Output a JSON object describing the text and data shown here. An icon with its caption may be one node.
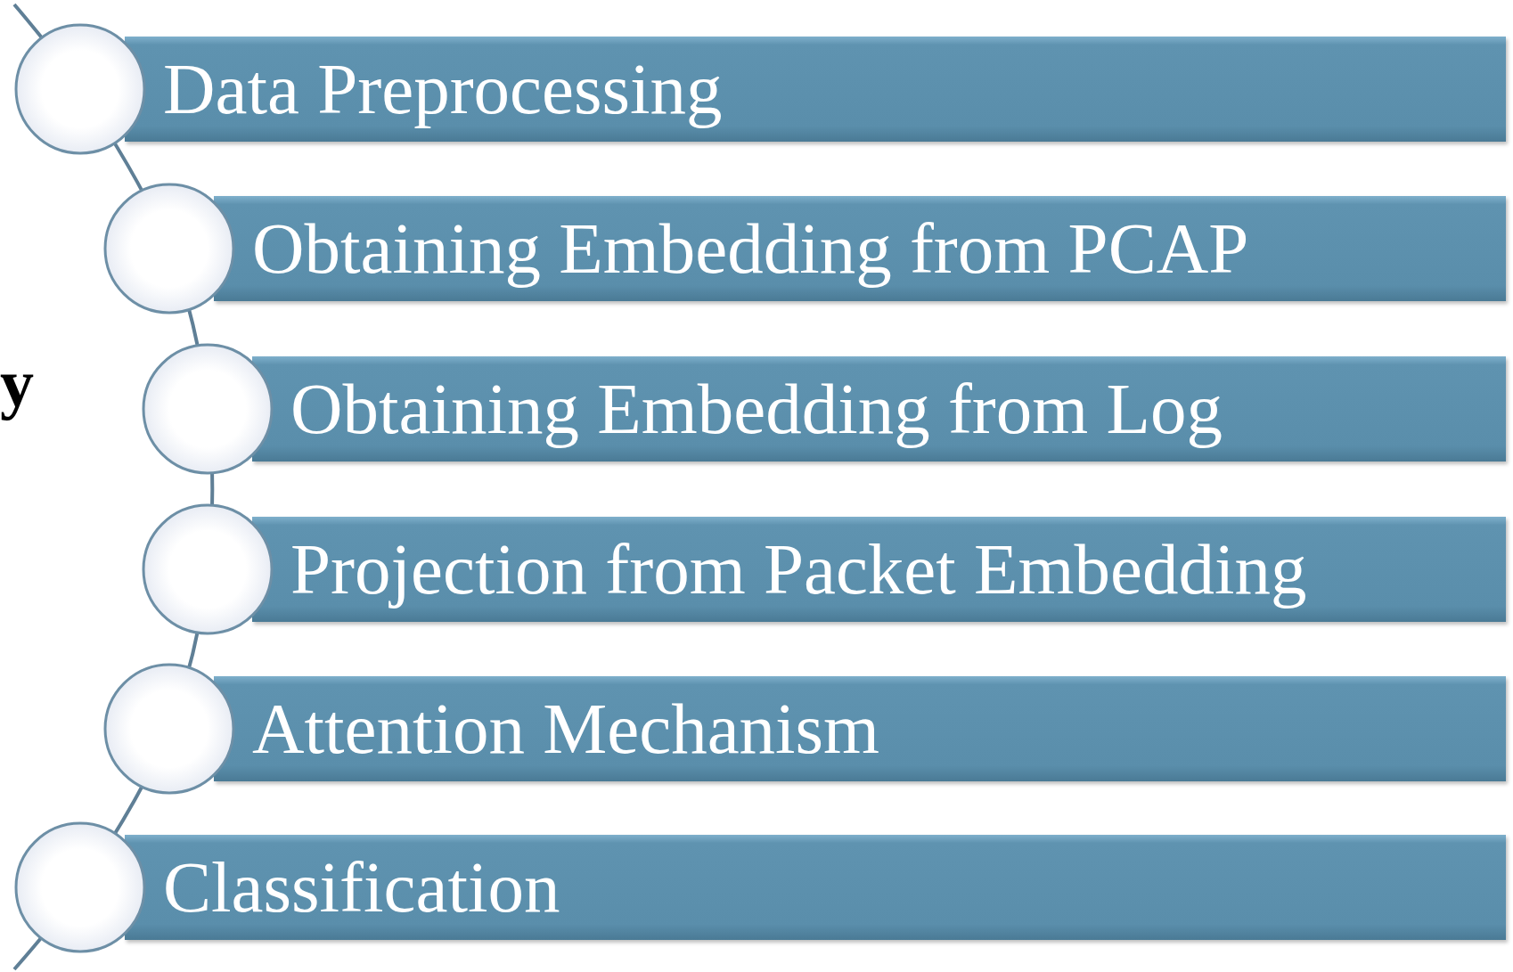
{
  "diagram": {
    "nodes": [
      {
        "text": [
          "Data Preprocessing"
        ]
      },
      {
        "text": [
          "Obtaining Embedding from PCAP"
        ]
      },
      {
        "text": [
          "Obtaining Embedding from Log"
        ]
      },
      {
        "text": [
          "Projection from Packet Embedding"
        ]
      },
      {
        "text": [
          "Attention Mechanism"
        ]
      },
      {
        "text": [
          "Classification"
        ]
      }
    ],
    "labels": [
      "y"
    ]
  }
}
